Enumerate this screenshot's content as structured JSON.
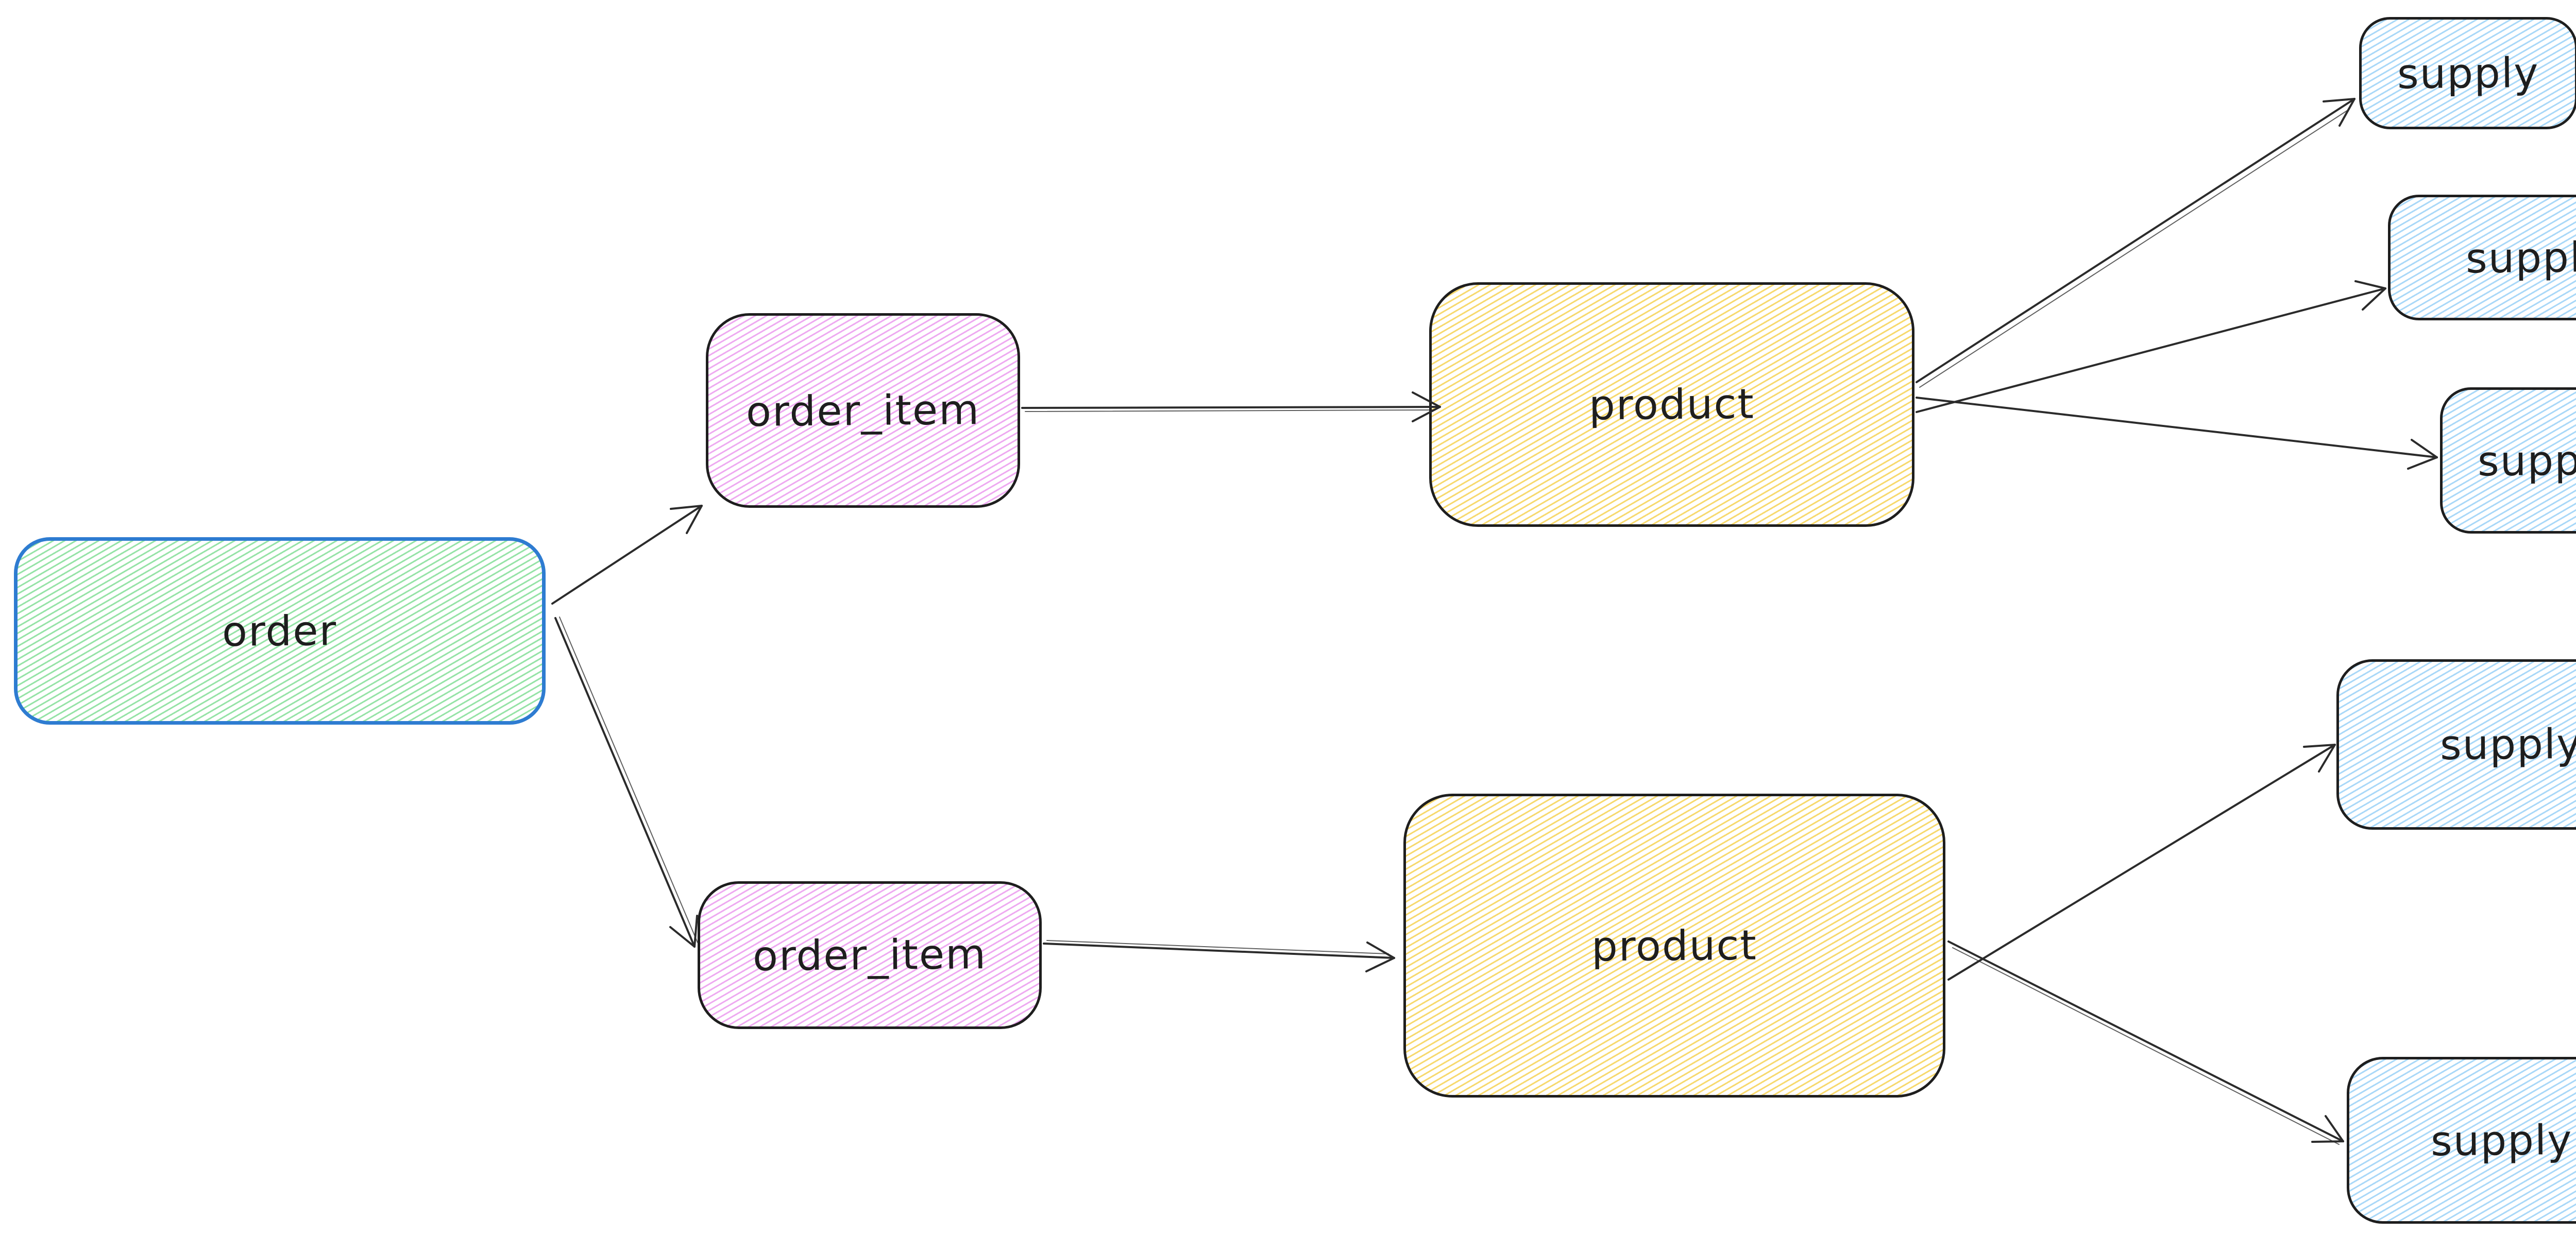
{
  "diagram": {
    "background": "#ffffff",
    "text_color": "#1e1e1e",
    "arrow_color": "#2b2b2b",
    "nodes": [
      {
        "id": "order",
        "label": "order",
        "stroke": "#2e7cd1",
        "hatch": "#96e3a7"
      },
      {
        "id": "order_item_top",
        "label": "order_item",
        "stroke": "#1e1e1e",
        "hatch": "#eeaaf1"
      },
      {
        "id": "order_item_bottom",
        "label": "order_item",
        "stroke": "#1e1e1e",
        "hatch": "#eeaaf1"
      },
      {
        "id": "product_top",
        "label": "product",
        "stroke": "#1e1e1e",
        "hatch": "#f7d96e"
      },
      {
        "id": "product_bottom",
        "label": "product",
        "stroke": "#1e1e1e",
        "hatch": "#f7d96e"
      },
      {
        "id": "supply_1",
        "label": "supply",
        "stroke": "#1e1e1e",
        "hatch": "#a9d8f8"
      },
      {
        "id": "supply_2",
        "label": "supply",
        "stroke": "#1e1e1e",
        "hatch": "#a9d8f8"
      },
      {
        "id": "supply_3",
        "label": "supply",
        "stroke": "#1e1e1e",
        "hatch": "#a9d8f8"
      },
      {
        "id": "supply_4",
        "label": "supply",
        "stroke": "#1e1e1e",
        "hatch": "#a9d8f8"
      },
      {
        "id": "supply_5",
        "label": "supply",
        "stroke": "#1e1e1e",
        "hatch": "#a9d8f8"
      }
    ],
    "edges": [
      {
        "from": "order",
        "to": "order_item_top"
      },
      {
        "from": "order",
        "to": "order_item_bottom"
      },
      {
        "from": "order_item_top",
        "to": "product_top"
      },
      {
        "from": "order_item_bottom",
        "to": "product_bottom"
      },
      {
        "from": "product_top",
        "to": "supply_1"
      },
      {
        "from": "product_top",
        "to": "supply_2"
      },
      {
        "from": "product_top",
        "to": "supply_3"
      },
      {
        "from": "product_bottom",
        "to": "supply_4"
      },
      {
        "from": "product_bottom",
        "to": "supply_5"
      }
    ]
  }
}
